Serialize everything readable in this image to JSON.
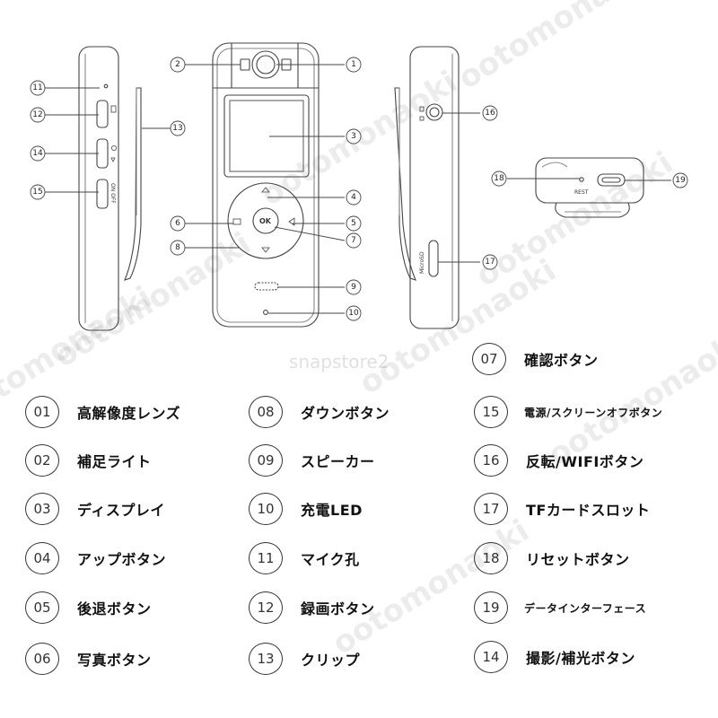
{
  "callouts": {
    "c1": "1",
    "c2": "2",
    "c3": "3",
    "c4": "4",
    "c5": "5",
    "c6": "6",
    "c7": "7",
    "c8": "8",
    "c9": "9",
    "c10": "10",
    "c11": "11",
    "c12": "12",
    "c13": "13",
    "c14": "14",
    "c15": "15",
    "c16": "16",
    "c17": "17",
    "c18": "18",
    "c19": "19"
  },
  "device_labels": {
    "ok": "OK",
    "on_off": "ON OFF",
    "rest": "REST",
    "microsd": "MicroSD"
  },
  "watermark": {
    "text": "ootomonaoki",
    "store": "snapstore2"
  },
  "legend": [
    {
      "num": "07",
      "text": "確認ボタン",
      "small": false
    },
    {
      "num": "01",
      "text": "高解像度レンズ",
      "small": false
    },
    {
      "num": "08",
      "text": "ダウンボタン",
      "small": false
    },
    {
      "num": "15",
      "text": "電源/スクリーンオフボタン",
      "small": true
    },
    {
      "num": "02",
      "text": "補足ライト",
      "small": false
    },
    {
      "num": "09",
      "text": "スピーカー",
      "small": false
    },
    {
      "num": "16",
      "text": "反転/WIFIボタン",
      "small": false
    },
    {
      "num": "03",
      "text": "ディスプレイ",
      "small": false
    },
    {
      "num": "10",
      "text": "充電LED",
      "small": false
    },
    {
      "num": "17",
      "text": "TFカードスロット",
      "small": false
    },
    {
      "num": "04",
      "text": "アップボタン",
      "small": false
    },
    {
      "num": "11",
      "text": "マイク孔",
      "small": false
    },
    {
      "num": "18",
      "text": "リセットボタン",
      "small": false
    },
    {
      "num": "05",
      "text": "後退ボタン",
      "small": false
    },
    {
      "num": "12",
      "text": "録画ボタン",
      "small": false
    },
    {
      "num": "19",
      "text": "データインターフェース",
      "small": true
    },
    {
      "num": "06",
      "text": "写真ボタン",
      "small": false
    },
    {
      "num": "13",
      "text": "クリップ",
      "small": false
    },
    {
      "num": "14",
      "text": "撮影/補光ボタン",
      "small": false
    }
  ]
}
